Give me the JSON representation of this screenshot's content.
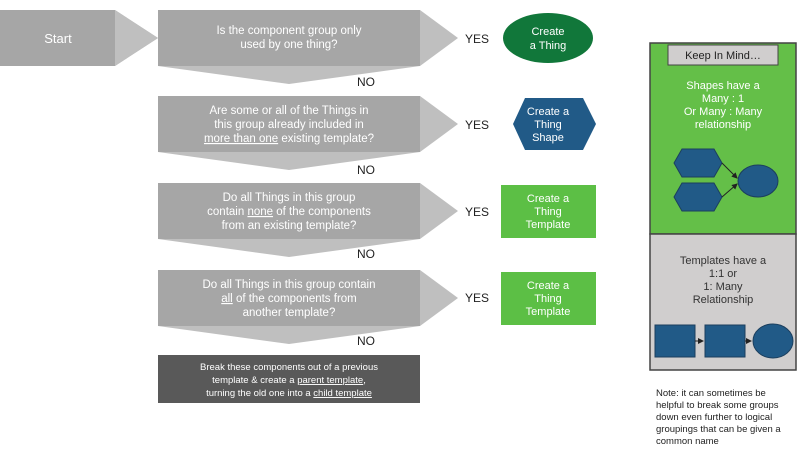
{
  "flow": {
    "start": "Start",
    "q1": {
      "l1": "Is the component group only",
      "l2": "used by one thing?"
    },
    "q2": {
      "l1": "Are some or all of the Things in",
      "l2": "this group already included in",
      "l3a": "more than one",
      "l3b": " existing template?"
    },
    "q3": {
      "l1": "Do all Things in this group",
      "l2a": "contain ",
      "l2b": "none",
      "l2c": " of the components",
      "l3": "from an existing template?"
    },
    "q4": {
      "l1": "Do all Things in this group contain",
      "l2a": "all",
      "l2b": " of the components from",
      "l3": "another template?"
    },
    "yes": "YES",
    "no": "NO",
    "result1": {
      "l1": "Create",
      "l2": "a Thing"
    },
    "result2": {
      "l1": "Create a",
      "l2": "Thing",
      "l3": "Shape"
    },
    "result3": {
      "l1": "Create a",
      "l2": "Thing",
      "l3": "Template"
    },
    "result4": {
      "l1": "Create a",
      "l2": "Thing",
      "l3": "Template"
    },
    "final": {
      "l1": "Break these components out of a previous",
      "l2a": "template & create a ",
      "l2b": "parent template",
      "l2c": ",",
      "l3a": "turning the old one into a ",
      "l3b": "child template"
    }
  },
  "sidebar": {
    "title": "Keep In Mind…",
    "shapes": {
      "l1": "Shapes have a",
      "l2": "Many : 1",
      "l3": "Or Many : Many",
      "l4": "relationship"
    },
    "templates": {
      "l1": "Templates have a",
      "l2": "1:1 or",
      "l3": "1: Many",
      "l4": "Relationship"
    }
  },
  "note": "Note: it can sometimes be helpful to break some groups down even further to logical groupings that can be given a common name",
  "colors": {
    "gray": "#a6a6a6",
    "dark_gray": "#595959",
    "green_dark": "#11773a",
    "green_light": "#5cbf45",
    "blue": "#215a87",
    "sidebar_green": "#64bf48",
    "sidebar_gray": "#d0cece"
  }
}
